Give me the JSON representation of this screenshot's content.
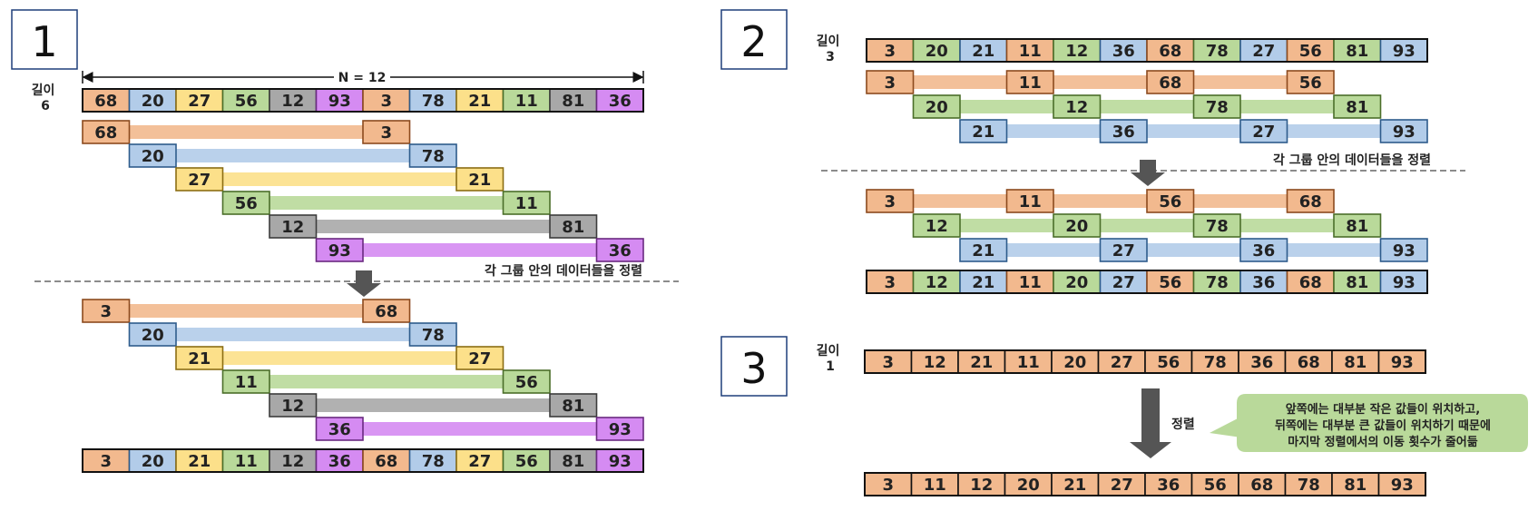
{
  "colors": {
    "orange": "#F2B98E",
    "orange_border": "#8C4A1E",
    "blue": "#B2CCE9",
    "blue_border": "#2E5C8C",
    "yellow": "#FCE08A",
    "yellow_border": "#8C6E14",
    "green": "#B9D99A",
    "green_border": "#4B6E2A",
    "gray": "#A8A8A8",
    "gray_border": "#3C3C3C",
    "purple": "#D58BF2",
    "purple_border": "#6A2A80",
    "label_box_border": "#1F3F7A",
    "bubble": "#B9D99A",
    "arrow": "#555555"
  },
  "step1": {
    "number": "1",
    "length_label": "길이\n6",
    "n_label": "N = 12",
    "initial": [
      {
        "v": "68",
        "c": "orange"
      },
      {
        "v": "20",
        "c": "blue"
      },
      {
        "v": "27",
        "c": "yellow"
      },
      {
        "v": "56",
        "c": "green"
      },
      {
        "v": "12",
        "c": "gray"
      },
      {
        "v": "93",
        "c": "purple"
      },
      {
        "v": "3",
        "c": "orange"
      },
      {
        "v": "78",
        "c": "blue"
      },
      {
        "v": "21",
        "c": "yellow"
      },
      {
        "v": "11",
        "c": "green"
      },
      {
        "v": "81",
        "c": "gray"
      },
      {
        "v": "36",
        "c": "purple"
      }
    ],
    "groups_before": [
      {
        "c": "orange",
        "a": "68",
        "b": "3"
      },
      {
        "c": "blue",
        "a": "20",
        "b": "78"
      },
      {
        "c": "yellow",
        "a": "27",
        "b": "21"
      },
      {
        "c": "green",
        "a": "56",
        "b": "11"
      },
      {
        "c": "gray",
        "a": "12",
        "b": "81"
      },
      {
        "c": "purple",
        "a": "93",
        "b": "36"
      }
    ],
    "sort_caption": "각 그룹 안의 데이터들을 정렬",
    "groups_after": [
      {
        "c": "orange",
        "a": "3",
        "b": "68"
      },
      {
        "c": "blue",
        "a": "20",
        "b": "78"
      },
      {
        "c": "yellow",
        "a": "21",
        "b": "27"
      },
      {
        "c": "green",
        "a": "11",
        "b": "56"
      },
      {
        "c": "gray",
        "a": "12",
        "b": "81"
      },
      {
        "c": "purple",
        "a": "36",
        "b": "93"
      }
    ],
    "result": [
      {
        "v": "3",
        "c": "orange"
      },
      {
        "v": "20",
        "c": "blue"
      },
      {
        "v": "21",
        "c": "yellow"
      },
      {
        "v": "11",
        "c": "green"
      },
      {
        "v": "12",
        "c": "gray"
      },
      {
        "v": "36",
        "c": "purple"
      },
      {
        "v": "68",
        "c": "orange"
      },
      {
        "v": "78",
        "c": "blue"
      },
      {
        "v": "27",
        "c": "yellow"
      },
      {
        "v": "56",
        "c": "green"
      },
      {
        "v": "81",
        "c": "gray"
      },
      {
        "v": "93",
        "c": "purple"
      }
    ]
  },
  "step2": {
    "number": "2",
    "length_label": "길이\n3",
    "initial": [
      {
        "v": "3",
        "c": "orange"
      },
      {
        "v": "20",
        "c": "green"
      },
      {
        "v": "21",
        "c": "blue"
      },
      {
        "v": "11",
        "c": "orange"
      },
      {
        "v": "12",
        "c": "green"
      },
      {
        "v": "36",
        "c": "blue"
      },
      {
        "v": "68",
        "c": "orange"
      },
      {
        "v": "78",
        "c": "green"
      },
      {
        "v": "27",
        "c": "blue"
      },
      {
        "v": "56",
        "c": "orange"
      },
      {
        "v": "81",
        "c": "green"
      },
      {
        "v": "93",
        "c": "blue"
      }
    ],
    "groups_before": [
      {
        "c": "orange",
        "vals": [
          "3",
          "11",
          "68",
          "56"
        ]
      },
      {
        "c": "green",
        "vals": [
          "20",
          "12",
          "78",
          "81"
        ]
      },
      {
        "c": "blue",
        "vals": [
          "21",
          "36",
          "27",
          "93"
        ]
      }
    ],
    "sort_caption": "각 그룹 안의 데이터들을 정렬",
    "groups_after": [
      {
        "c": "orange",
        "vals": [
          "3",
          "11",
          "56",
          "68"
        ]
      },
      {
        "c": "green",
        "vals": [
          "12",
          "20",
          "78",
          "81"
        ]
      },
      {
        "c": "blue",
        "vals": [
          "21",
          "27",
          "36",
          "93"
        ]
      }
    ],
    "result": [
      {
        "v": "3",
        "c": "orange"
      },
      {
        "v": "12",
        "c": "green"
      },
      {
        "v": "21",
        "c": "blue"
      },
      {
        "v": "11",
        "c": "orange"
      },
      {
        "v": "20",
        "c": "green"
      },
      {
        "v": "27",
        "c": "blue"
      },
      {
        "v": "56",
        "c": "orange"
      },
      {
        "v": "78",
        "c": "green"
      },
      {
        "v": "36",
        "c": "blue"
      },
      {
        "v": "68",
        "c": "orange"
      },
      {
        "v": "81",
        "c": "green"
      },
      {
        "v": "93",
        "c": "blue"
      }
    ]
  },
  "step3": {
    "number": "3",
    "length_label": "길이\n1",
    "initial": [
      "3",
      "12",
      "21",
      "11",
      "20",
      "27",
      "56",
      "78",
      "36",
      "68",
      "81",
      "93"
    ],
    "sort_label": "정렬",
    "bubble_lines": [
      "앞쪽에는 대부분 작은 값들이 위치하고,",
      "뒤쪽에는 대부분 큰 값들이 위치하기 때문에",
      "마지막 정렬에서의 이동 횟수가 줄어듦"
    ],
    "result": [
      "3",
      "11",
      "12",
      "20",
      "21",
      "27",
      "36",
      "56",
      "68",
      "78",
      "81",
      "93"
    ]
  }
}
